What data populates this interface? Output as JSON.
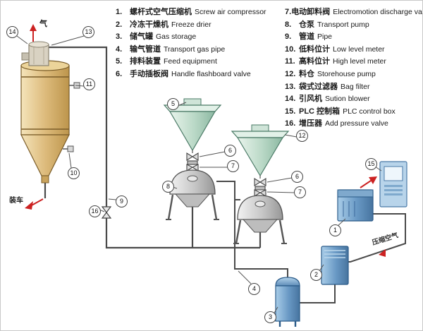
{
  "legend": {
    "col1": [
      {
        "num": "1.",
        "zh": "螺杆式空气压缩机",
        "en": "Screw air compressor"
      },
      {
        "num": "2.",
        "zh": "冷冻干燥机",
        "en": "Freeze drier"
      },
      {
        "num": "3.",
        "zh": "储气罐",
        "en": "Gas storage"
      },
      {
        "num": "4.",
        "zh": "输气管道",
        "en": "Transport gas pipe"
      },
      {
        "num": "5.",
        "zh": "排料装置",
        "en": "Feed equipment"
      },
      {
        "num": "6.",
        "zh": "手动插板阀",
        "en": "Handle flashboard valve"
      }
    ],
    "col2": [
      {
        "num": "7.",
        "zh": "电动卸料阀",
        "en": "Electromotion discharge valve"
      },
      {
        "num": "8.",
        "zh": "仓泵",
        "en": "Transport pump"
      },
      {
        "num": "9.",
        "zh": "管道",
        "en": "Pipe"
      },
      {
        "num": "10.",
        "zh": "低料位计",
        "en": "Low level meter"
      },
      {
        "num": "11.",
        "zh": "高料位计",
        "en": "High level meter"
      },
      {
        "num": "12.",
        "zh": "料仓",
        "en": "Storehouse pump"
      },
      {
        "num": "13.",
        "zh": "袋式过滤器",
        "en": "Bag filter"
      },
      {
        "num": "14.",
        "zh": "引风机",
        "en": "Sution blower"
      },
      {
        "num": "15.",
        "zh": "PLC 控制箱",
        "en": "PLC control box"
      },
      {
        "num": "16.",
        "zh": "增压器",
        "en": "Add pressure valve"
      }
    ]
  },
  "labels": {
    "gas": "气",
    "truck_loading": "装车",
    "compressed_air": "压缩空气"
  },
  "callouts": {
    "c1": "1",
    "c2": "2",
    "c3": "3",
    "c4": "4",
    "c5": "5",
    "c6": "6",
    "c7": "7",
    "c8": "8",
    "c9": "9",
    "c10": "10",
    "c11": "11",
    "c12": "12",
    "c13": "13",
    "c14": "14",
    "c15": "15",
    "c16": "16"
  },
  "colors": {
    "accent_red": "#cc2222",
    "silo_tan": "#ddbb7c",
    "hopper_green": "#b9d8c6",
    "equipment_blue": "#6898c4",
    "pipe_gray": "#4a4a4a"
  }
}
